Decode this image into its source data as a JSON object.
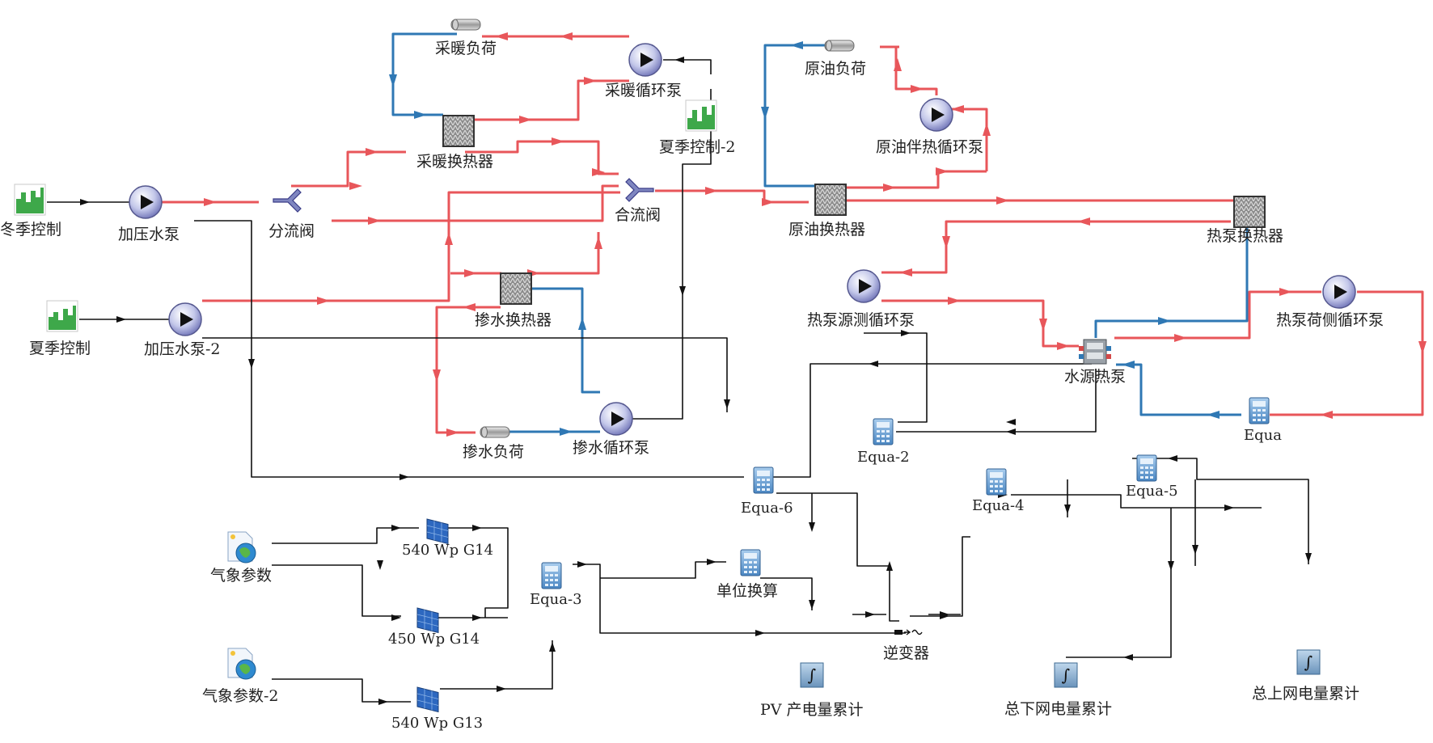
{
  "colors": {
    "hot": "#e8565a",
    "cold": "#2f78b4",
    "signal": "#111111",
    "pump": "#3a3c88",
    "panel": "#2d68c0",
    "calc": "#6fa7d8",
    "control": "#3ea84a"
  },
  "labels": {
    "winter_control": "冬季控制",
    "summer_control": "夏季控制",
    "summer_control_2": "夏季控制-2",
    "booster_pump": "加压水泵",
    "booster_pump_2": "加压水泵-2",
    "diverter_valve": "分流阀",
    "mixer_valve": "合流阀",
    "heating_load": "采暖负荷",
    "heating_pump": "采暖循环泵",
    "heating_hx": "采暖换热器",
    "mixing_hx": "掺水换热器",
    "mixing_load": "掺水负荷",
    "mixing_pump": "掺水循环泵",
    "crude_load": "原油负荷",
    "crude_pump": "原油伴热循环泵",
    "crude_hx": "原油换热器",
    "heatpump_hx": "热泵换热器",
    "source_pump": "热泵源测循环泵",
    "load_pump": "热泵荷侧循环泵",
    "water_heatpump": "水源热泵",
    "equa": "Equa",
    "equa_2": "Equa-2",
    "equa_3": "Equa-3",
    "equa_4": "Equa-4",
    "equa_5": "Equa-5",
    "equa_6": "Equa-6",
    "weather": "气象参数",
    "weather_2": "气象参数-2",
    "pv_540_g14": "540 Wp G14",
    "pv_450_g14": "450 Wp G14",
    "pv_540_g13": "540 Wp G13",
    "unit_conversion": "单位换算",
    "inverter": "逆变器",
    "pv_total": "PV 产电量累计",
    "grid_import_total": "总下网电量累计",
    "grid_export_total": "总上网电量累计"
  }
}
